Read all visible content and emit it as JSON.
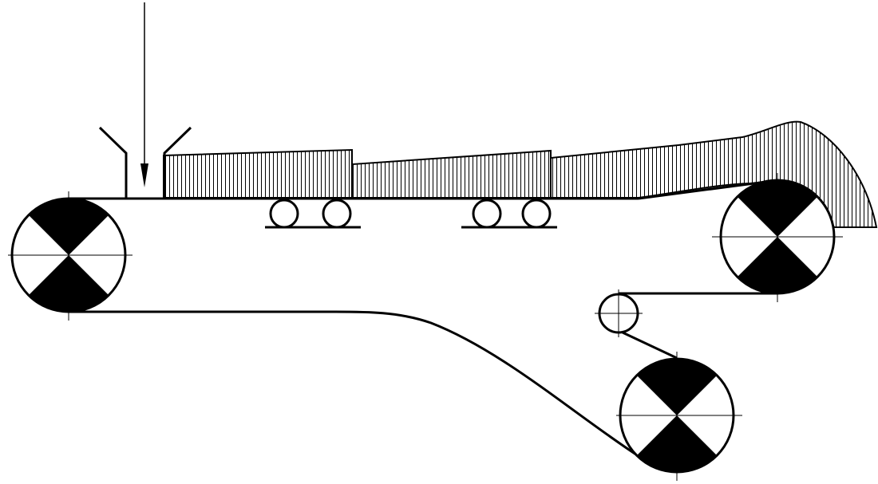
{
  "diagram": {
    "description_text": [],
    "colors": {
      "stroke": "#000000",
      "fill_dark": "#000000",
      "fill_light": "#ffffff",
      "hatch": "#000000"
    },
    "components": {
      "feed_direction": "arrow-down",
      "hopper": "hopper",
      "drums": [
        "drive-drum",
        "head-drum",
        "tension-drum"
      ],
      "pulley": "snub-pulley",
      "idler_sets": 2,
      "material_layer": "hatched-material"
    }
  }
}
